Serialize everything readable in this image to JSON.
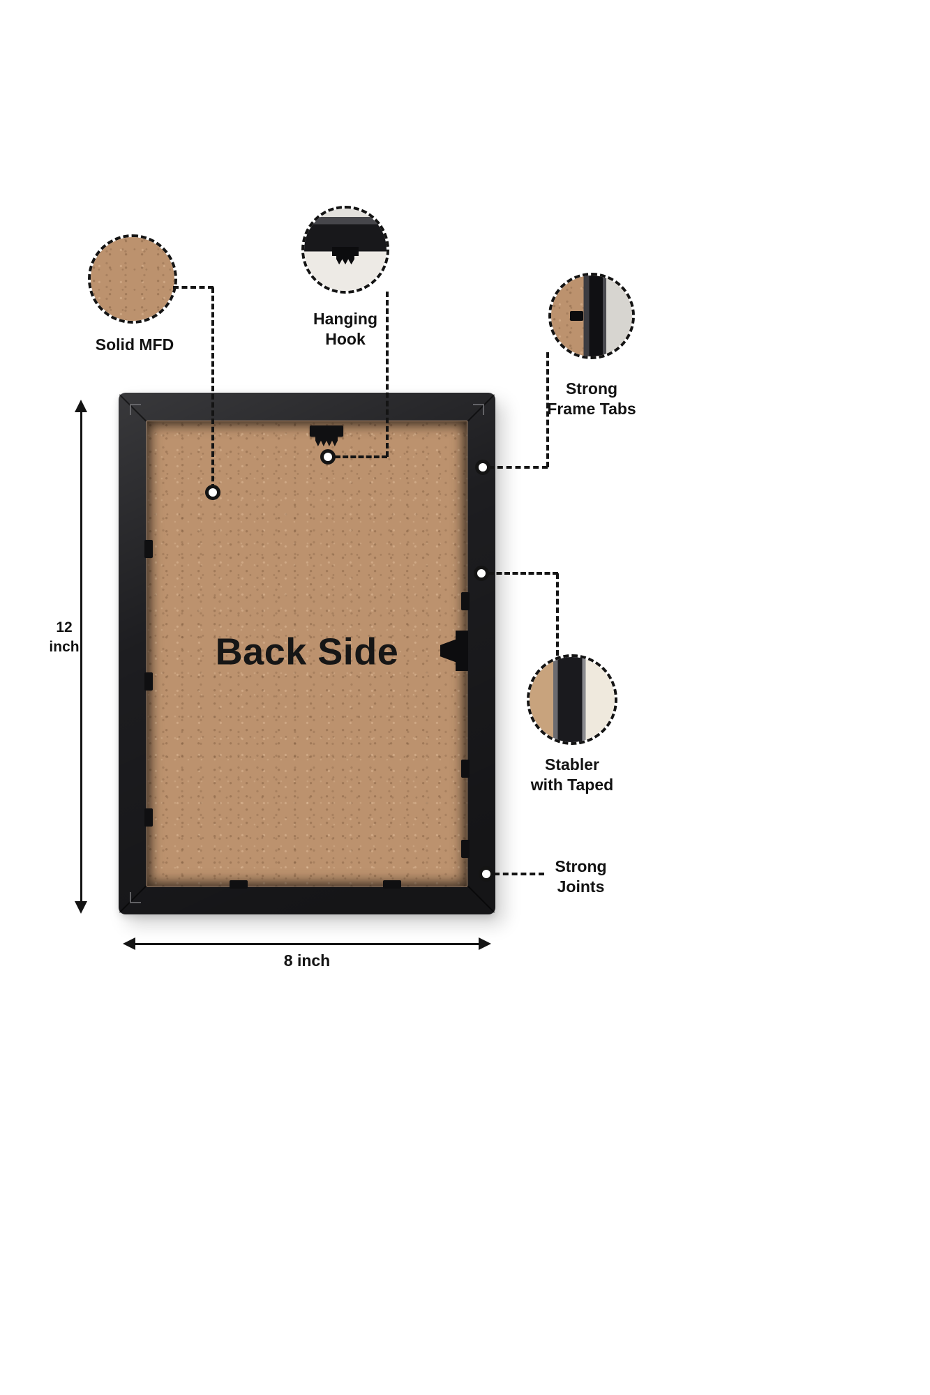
{
  "diagram": {
    "title": "Back Side",
    "dimensions": {
      "height": "12 inch",
      "width": "8 inch"
    },
    "callouts": [
      {
        "id": "solid-mfd",
        "lines": [
          "Solid MFD"
        ]
      },
      {
        "id": "hanging-hook",
        "lines": [
          "Hanging",
          "Hook"
        ]
      },
      {
        "id": "strong-frame-tabs",
        "lines": [
          "Strong",
          "Frame Tabs"
        ]
      },
      {
        "id": "stabler-with-taped",
        "lines": [
          "Stabler",
          "with Taped"
        ]
      },
      {
        "id": "strong-joints",
        "lines": [
          "Strong",
          "Joints"
        ]
      }
    ],
    "colors": {
      "mdf_brown": "#bc926e",
      "frame_black": "#1d1d20",
      "line_black": "#141414",
      "background": "#ffffff"
    }
  }
}
